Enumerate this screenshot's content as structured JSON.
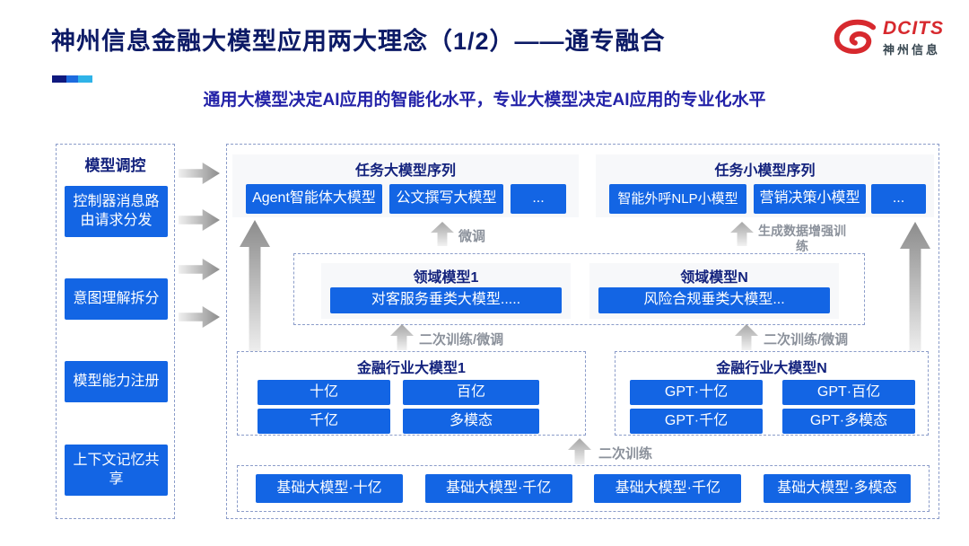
{
  "header": {
    "title": "神州信息金融大模型应用两大理念（1/2）——通专融合",
    "subtitle": "通用大模型决定AI应用的智能化水平，专业大模型决定AI应用的专业化水平",
    "logo": {
      "brand": "DCITS",
      "brand_cn": "神州信息"
    }
  },
  "sidebar": {
    "title": "模型调控",
    "items": [
      {
        "label": "控制器消息路由请求分发"
      },
      {
        "label": "意图理解拆分"
      },
      {
        "label": "模型能力注册"
      },
      {
        "label": "上下文记忆共享"
      }
    ]
  },
  "main": {
    "task_large": {
      "title": "任务大模型序列",
      "items": [
        "Agent智能体大模型",
        "公文撰写大模型",
        "..."
      ]
    },
    "task_small": {
      "title": "任务小模型序列",
      "items": [
        "智能外呼NLP小模型",
        "营销决策小模型",
        "..."
      ]
    },
    "domain": {
      "d1": {
        "title": "领域模型1",
        "item": "对客服务垂类大模型....."
      },
      "dn": {
        "title": "领域模型N",
        "item": "风险合规垂类大模型..."
      }
    },
    "industry1": {
      "title": "金融行业大模型1",
      "items": [
        "十亿",
        "百亿",
        "千亿",
        "多模态"
      ]
    },
    "industryN": {
      "title": "金融行业大模型N",
      "items": [
        "GPT·十亿",
        "GPT·百亿",
        "GPT·千亿",
        "GPT·多模态"
      ]
    },
    "foundation": {
      "items": [
        "基础大模型·十亿",
        "基础大模型·千亿",
        "基础大模型·千亿",
        "基础大模型·多模态"
      ]
    },
    "labels": {
      "fine_tune": "微调",
      "gen_data_train": "生成数据增强训练",
      "secondary_left": "二次训练/微调",
      "secondary_right": "二次训练/微调",
      "secondary_train": "二次训练"
    }
  },
  "colors": {
    "accent_dark": "#10197E",
    "accent_blue": "#1D6BDF",
    "accent_cyan": "#2FB3E8",
    "button_blue": "#1365E4",
    "title_navy": "#0C1A66",
    "section_navy": "#13227D",
    "subtitle_blue": "#2322A8",
    "logo_red": "#D7292E",
    "label_gray": "#8B919B"
  }
}
